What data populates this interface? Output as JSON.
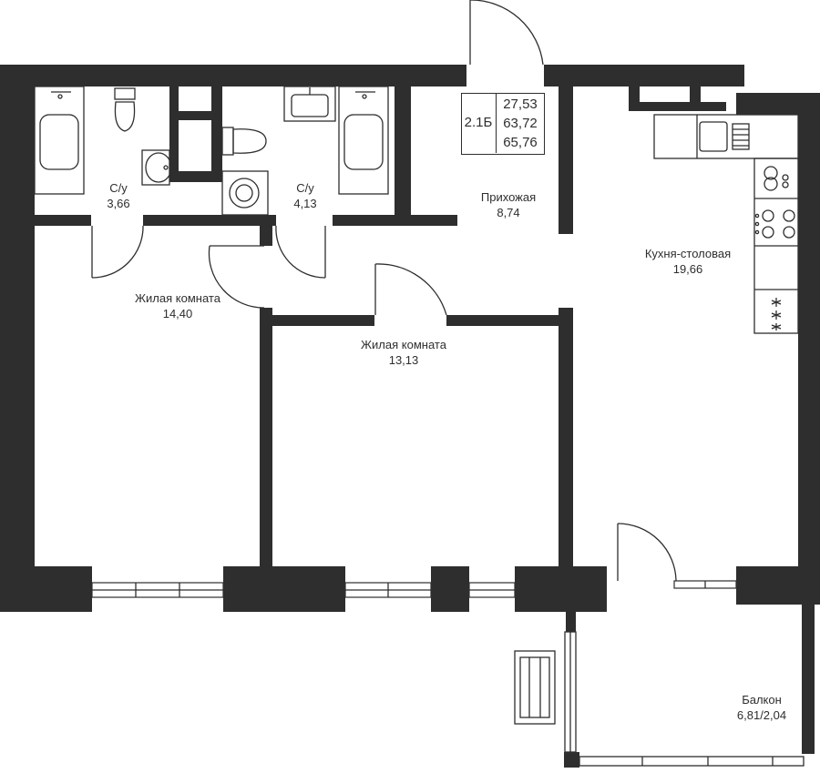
{
  "apartment": {
    "code": "2.1Б",
    "areas": [
      "27,53",
      "63,72",
      "65,76"
    ]
  },
  "rooms": {
    "bath_left": {
      "name": "С/у",
      "area": "3,66"
    },
    "bath_right": {
      "name": "С/у",
      "area": "4,13"
    },
    "hallway": {
      "name": "Прихожая",
      "area": "8,74"
    },
    "kitchen": {
      "name": "Кухня-столовая",
      "area": "19,66"
    },
    "living_left": {
      "name": "Жилая комната",
      "area": "14,40"
    },
    "living_mid": {
      "name": "Жилая комната",
      "area": "13,13"
    },
    "balcony": {
      "name": "Балкон",
      "area": "6,81/2,04"
    }
  },
  "colors": {
    "wall": "#2e2e2e",
    "background": "#ffffff"
  }
}
